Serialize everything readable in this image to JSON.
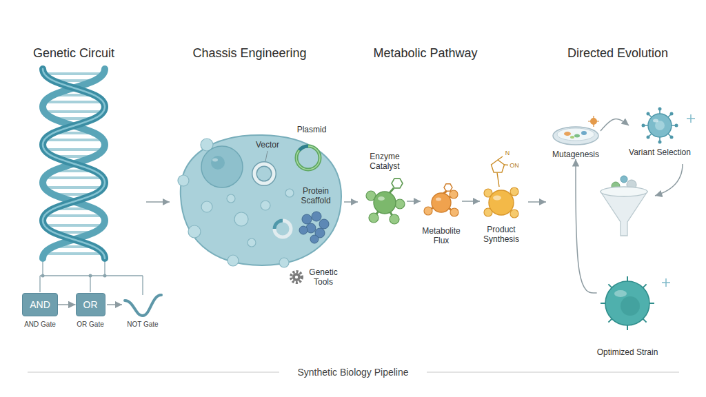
{
  "diagram": {
    "caption": "Synthetic Biology Pipeline",
    "nodes": [
      {
        "text": [
          "AND"
        ]
      },
      {
        "text": [
          "OR"
        ]
      },
      {
        "text": [
          "Enzyme Catalyst"
        ]
      },
      {
        "text": [
          "Metabolite Flux"
        ]
      },
      {
        "text": [
          "Product Synthesis"
        ]
      },
      {
        "text": [
          "Mutagenesis"
        ]
      },
      {
        "text": [
          "Variant Selection"
        ]
      },
      {
        "text": [
          "Optimized Strain"
        ]
      }
    ],
    "edges": [
      {
        "from": 0,
        "to": 1,
        "arrow": "to"
      },
      {
        "from": 2,
        "to": 3,
        "arrow": "to"
      },
      {
        "from": 3,
        "to": 4,
        "arrow": "to"
      },
      {
        "from": 5,
        "to": 6,
        "arrow": "to"
      },
      {
        "from": 7,
        "to": 5,
        "arrow": "to"
      }
    ],
    "labels": [
      "Genetic Circuit",
      "Chassis Engineering",
      "Metabolic Pathway",
      "Directed Evolution",
      "AND Gate",
      "OR Gate",
      "NOT Gate",
      "Vector",
      "Plasmid",
      "Protein Scaffold",
      "Genetic Tools",
      "N",
      "ON"
    ]
  }
}
